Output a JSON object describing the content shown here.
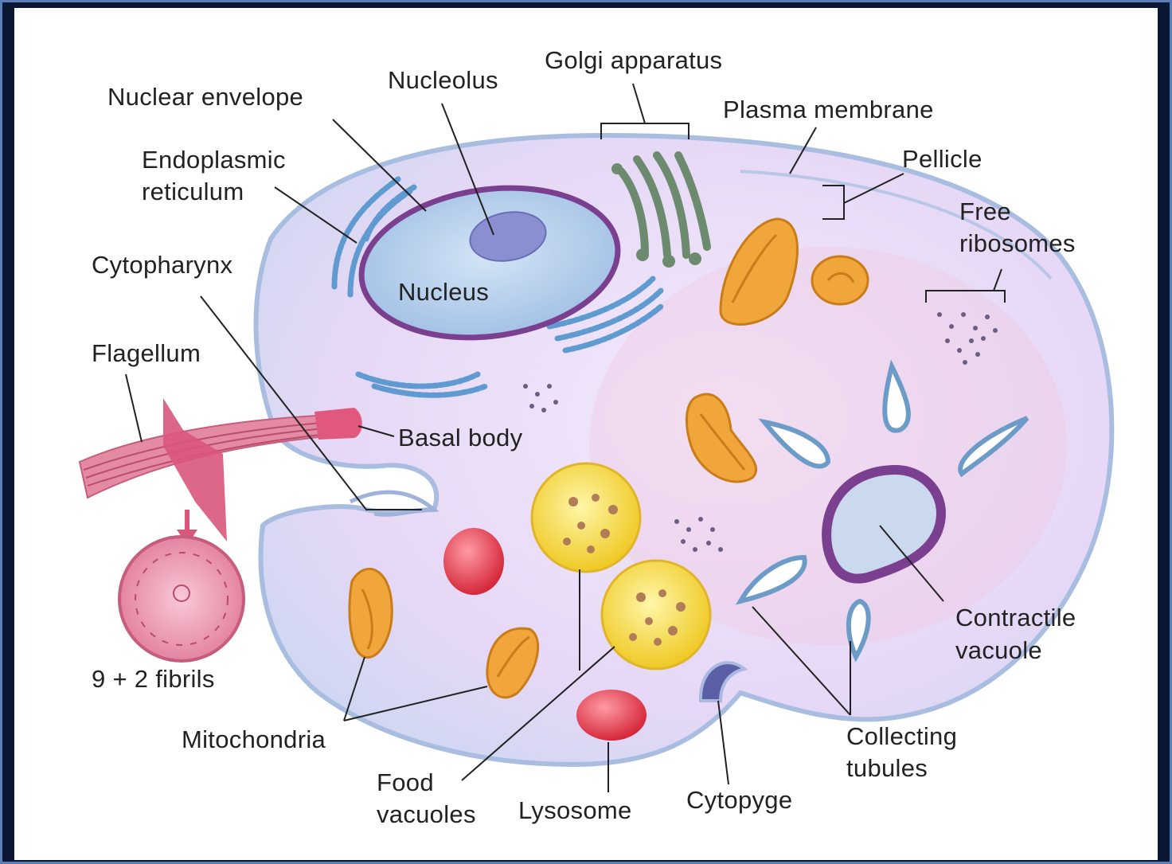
{
  "labels": {
    "golgi_apparatus": "Golgi apparatus",
    "nucleolus": "Nucleolus",
    "nuclear_envelope": "Nuclear envelope",
    "plasma_membrane": "Plasma membrane",
    "endoplasmic_reticulum_1": "Endoplasmic",
    "endoplasmic_reticulum_2": "reticulum",
    "pellicle": "Pellicle",
    "free_ribosomes_1": "Free",
    "free_ribosomes_2": "ribosomes",
    "cytopharynx": "Cytopharynx",
    "nucleus": "Nucleus",
    "flagellum": "Flagellum",
    "basal_body": "Basal body",
    "fibrils": "9 + 2 fibrils",
    "mitochondria": "Mitochondria",
    "contractile_vacuole_1": "Contractile",
    "contractile_vacuole_2": "vacuole",
    "collecting_tubules_1": "Collecting",
    "collecting_tubules_2": "tubules",
    "food_vacuoles_1": "Food",
    "food_vacuoles_2": "vacuoles",
    "lysosome": "Lysosome",
    "cytopyge": "Cytopyge"
  },
  "colors": {
    "frame": "#0b1632",
    "cell_body": "#e9defa",
    "nucleus": "#bcd3ee",
    "nuclear_envelope": "#7a3f8f",
    "mitochondria": "#eba33a",
    "food_vacuole": "#f2da3e",
    "lysosome": "#e0424f",
    "flagellum": "#d96a86",
    "tubules": "#6d9bc7"
  }
}
